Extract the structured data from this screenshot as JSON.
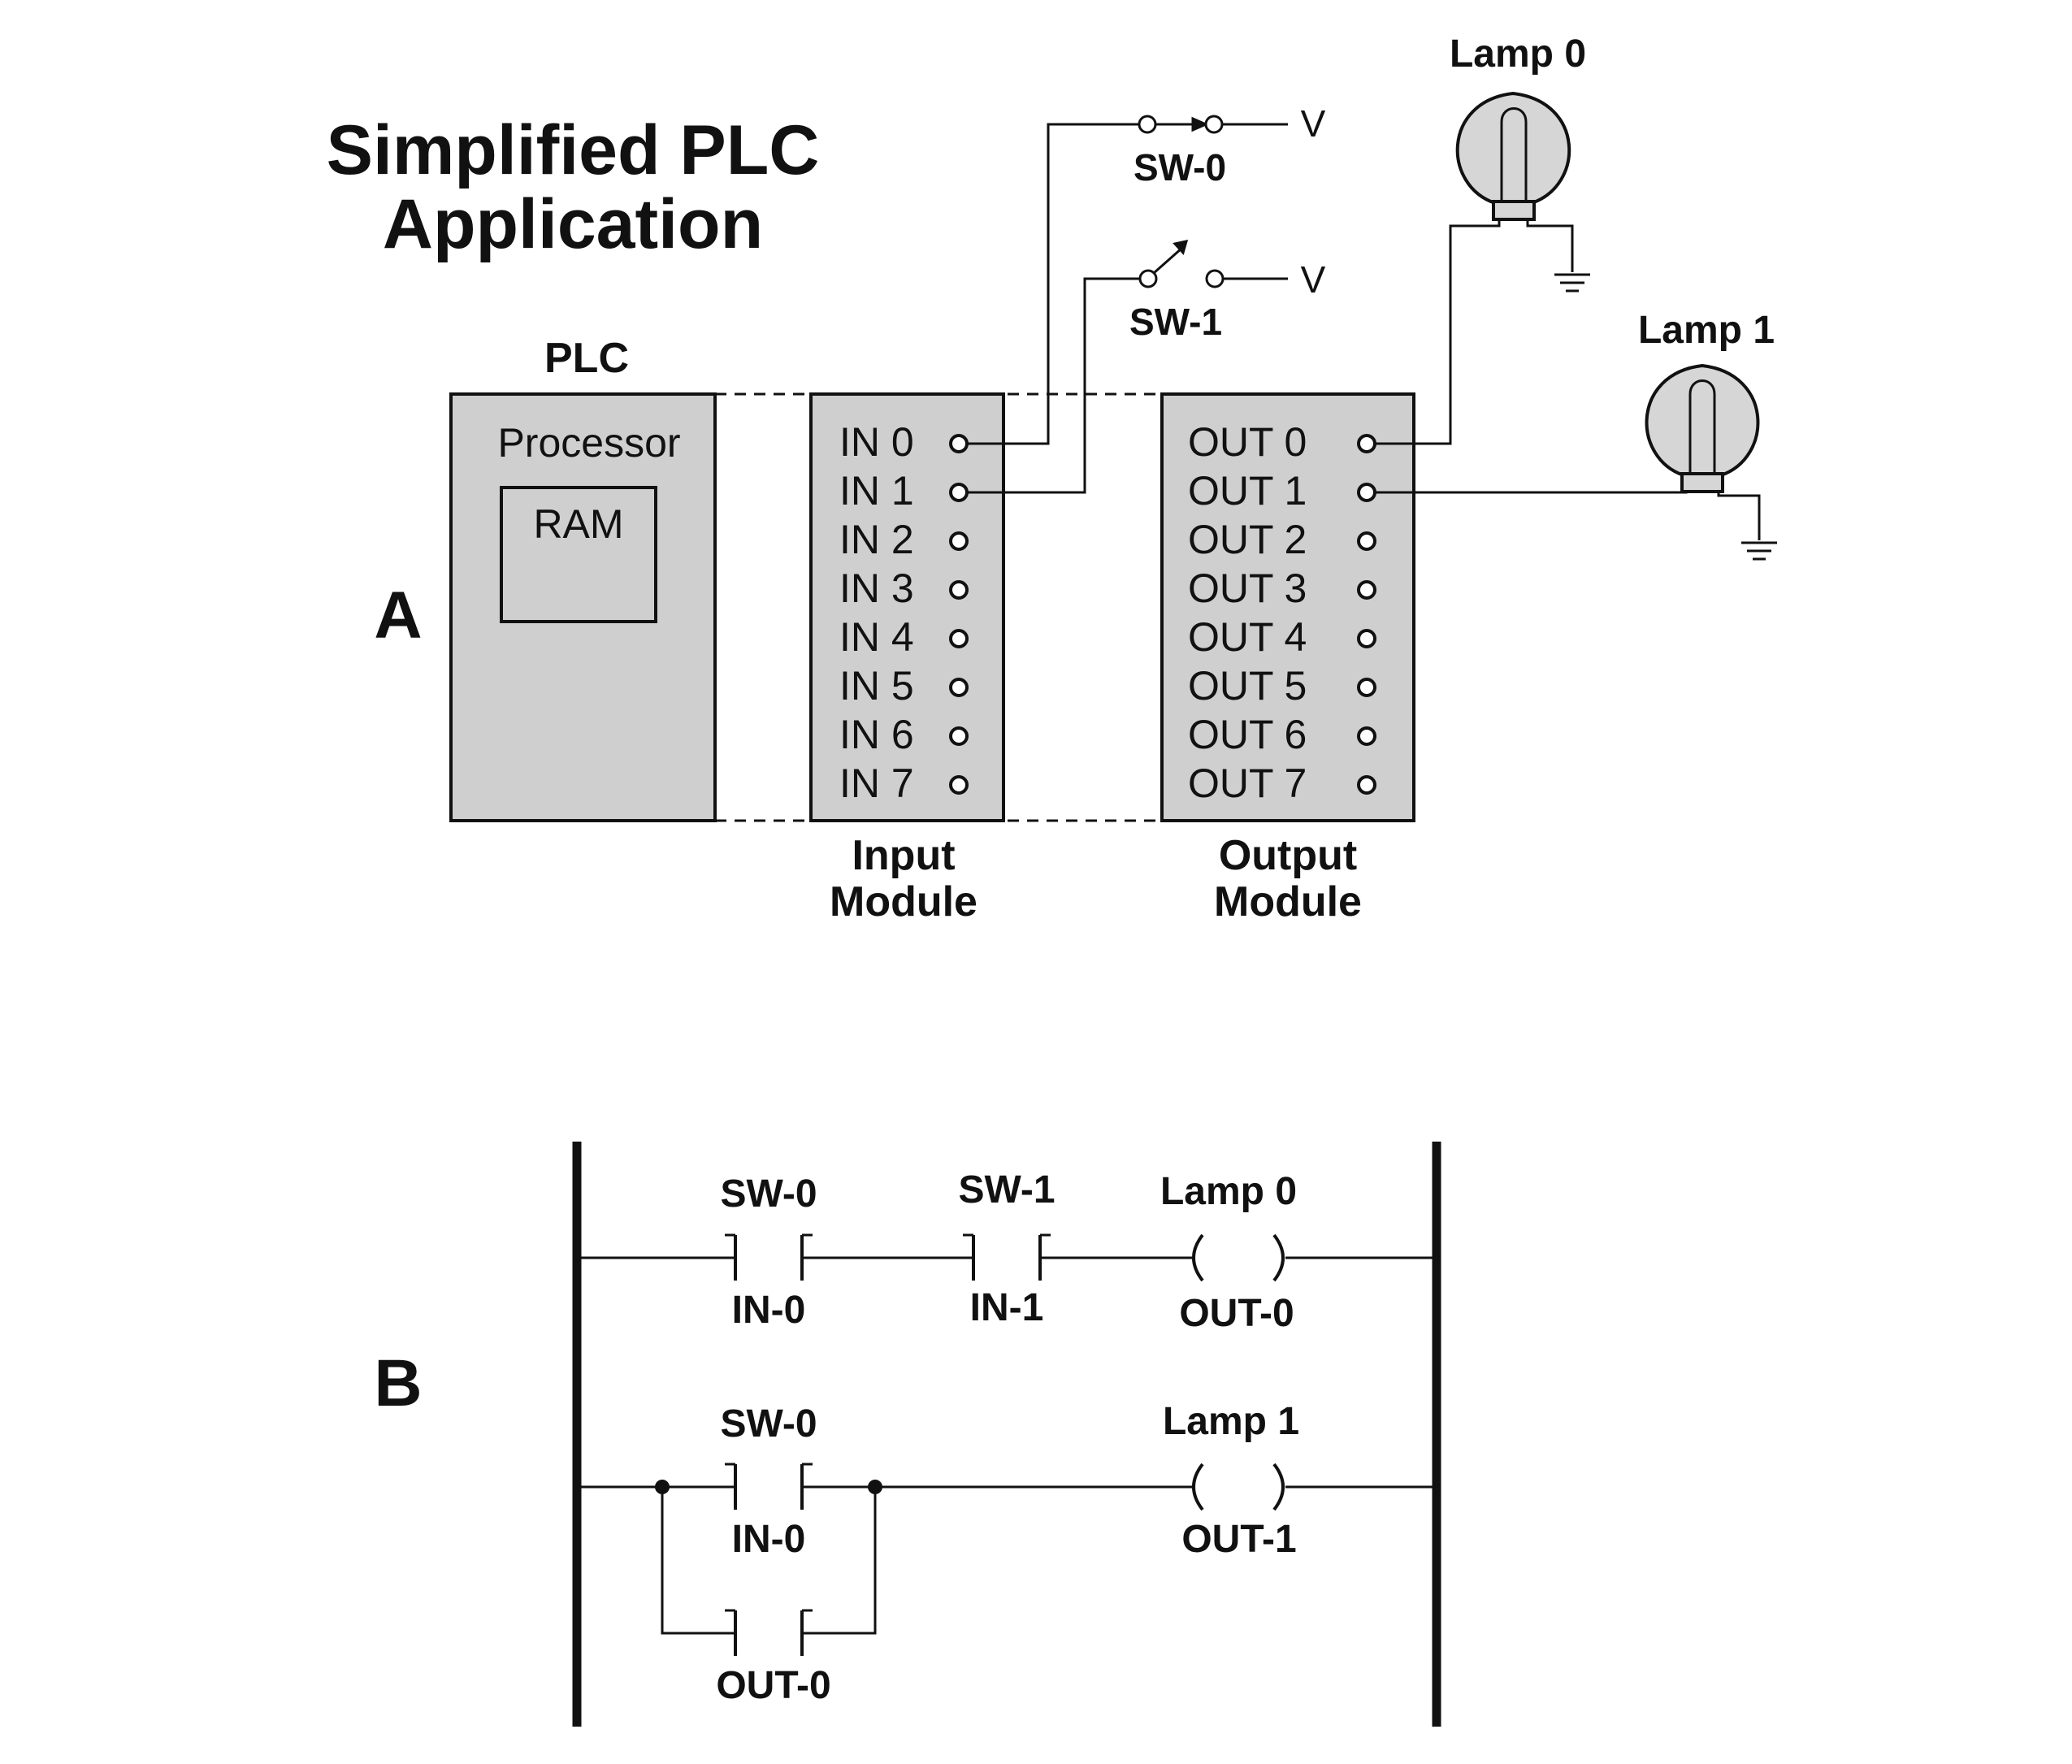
{
  "title": {
    "line1": "Simplified PLC",
    "line2": "Application"
  },
  "panel_a": {
    "label": "A",
    "plc": {
      "label": "PLC",
      "processor": "Processor",
      "ram": "RAM"
    },
    "input_module": {
      "caption_line1": "Input",
      "caption_line2": "Module",
      "terminals": [
        "IN 0",
        "IN 1",
        "IN 2",
        "IN 3",
        "IN 4",
        "IN 5",
        "IN 6",
        "IN 7"
      ]
    },
    "output_module": {
      "caption_line1": "Output",
      "caption_line2": "Module",
      "terminals": [
        "OUT 0",
        "OUT 1",
        "OUT 2",
        "OUT 3",
        "OUT 4",
        "OUT 5",
        "OUT 6",
        "OUT 7"
      ]
    },
    "switches": [
      {
        "label": "SW-0",
        "supply": "V",
        "state": "closed"
      },
      {
        "label": "SW-1",
        "supply": "V",
        "state": "open"
      }
    ],
    "lamps": [
      {
        "label": "Lamp 0",
        "output": "OUT 0"
      },
      {
        "label": "Lamp 1",
        "output": "OUT 1"
      }
    ]
  },
  "panel_b": {
    "label": "B",
    "rung1": {
      "contacts": [
        {
          "name": "SW-0",
          "address": "IN-0"
        },
        {
          "name": "SW-1",
          "address": "IN-1"
        }
      ],
      "coil": {
        "name": "Lamp 0",
        "address": "OUT-0"
      }
    },
    "rung2": {
      "contact": {
        "name": "SW-0",
        "address": "IN-0"
      },
      "branch_contact": {
        "address": "OUT-0"
      },
      "coil": {
        "name": "Lamp 1",
        "address": "OUT-1"
      }
    }
  },
  "colors": {
    "module_fill": "#cfcfcf",
    "stroke": "#111111",
    "lamp_fill": "#d6d6d6"
  }
}
